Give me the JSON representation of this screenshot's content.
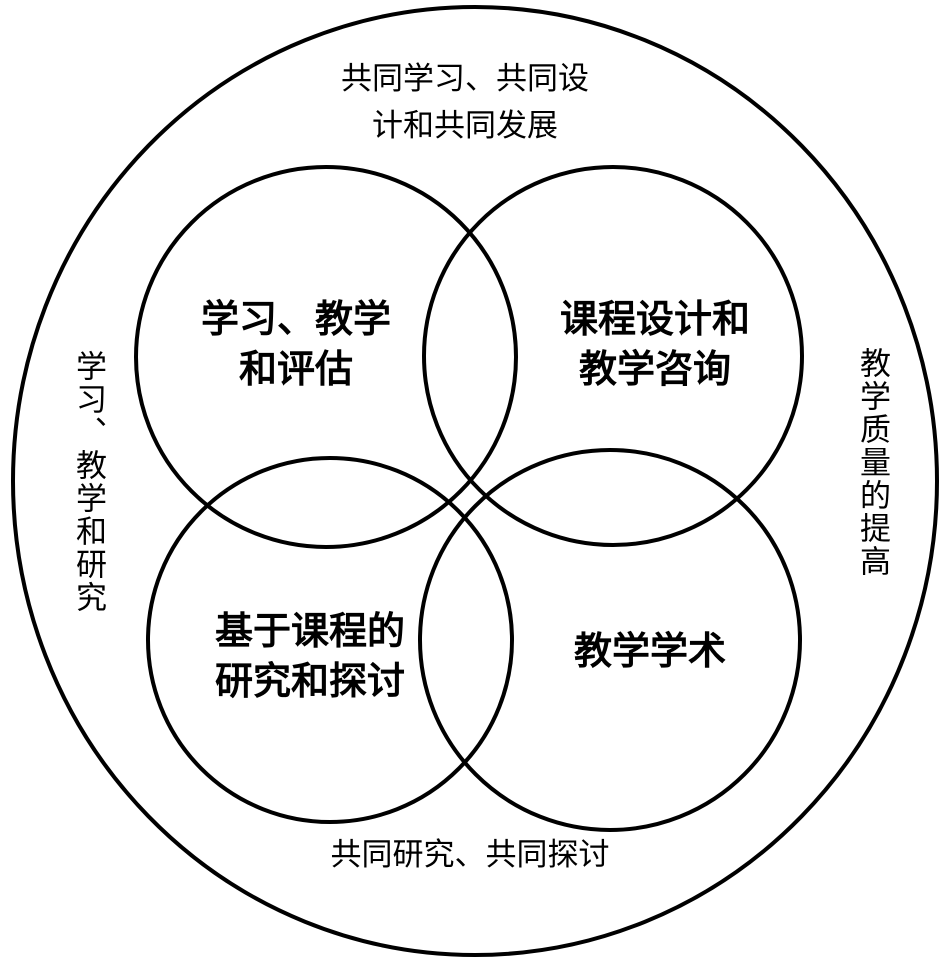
{
  "outer_labels": {
    "top_line1": "共同学习、共同设",
    "top_line2": "计和共同发展",
    "left": "学习、教学和研究",
    "right": "教学质量的提高",
    "bottom": "共同研究、共同探讨"
  },
  "circles": {
    "top_left": {
      "line1": "学习、教学",
      "line2": "和评估"
    },
    "top_right": {
      "line1": "课程设计和",
      "line2": "教学咨询"
    },
    "bottom_left": {
      "line1": "基于课程的",
      "line2": "研究和探讨"
    },
    "bottom_right": {
      "line1": "教学学术"
    }
  },
  "colors": {
    "stroke": "#000000",
    "background": "#ffffff"
  }
}
